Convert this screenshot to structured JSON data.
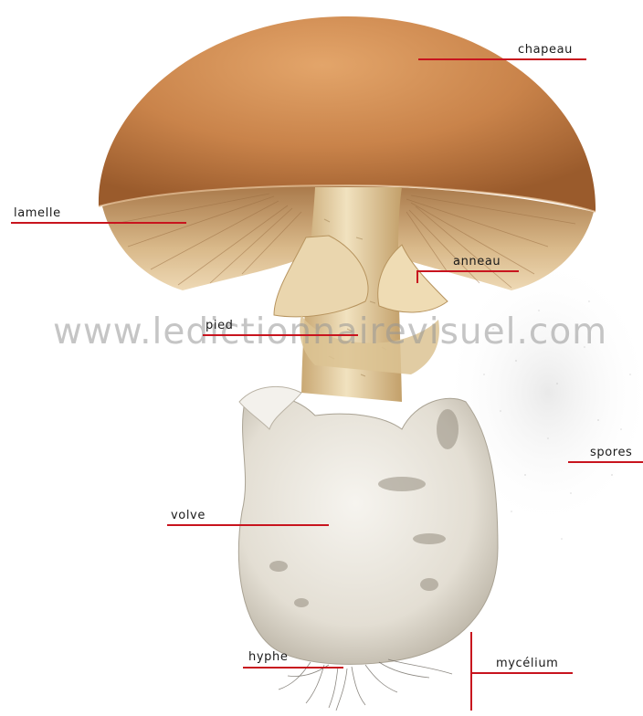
{
  "labels": {
    "chapeau": "chapeau",
    "lamelle": "lamelle",
    "anneau": "anneau",
    "pied": "pied",
    "spores": "spores",
    "volve": "volve",
    "hyphe": "hyphe",
    "mycelium": "mycélium"
  },
  "watermark": "www.ledictionnairevisuel.com",
  "colors": {
    "leader_line": "#c8141e",
    "cap": "#c9834a",
    "stem": "#e6d2a6",
    "volva": "#e9e6df"
  }
}
